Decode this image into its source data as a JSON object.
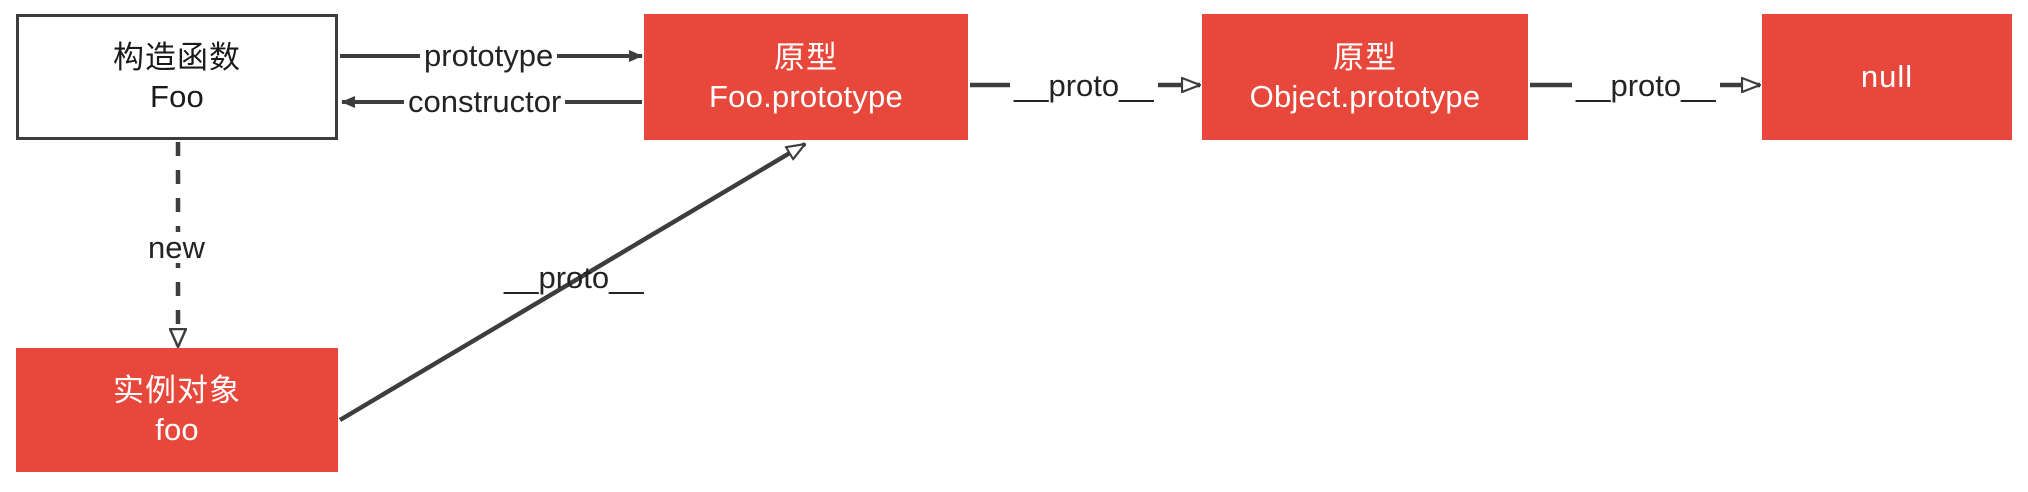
{
  "diagram": {
    "title": "JavaScript prototype chain",
    "colors": {
      "node_fill_red": "#e8483b",
      "node_fill_white": "#ffffff",
      "stroke": "#3d3d3d",
      "text_light": "#ffffff",
      "text_dark": "#1a1a1a",
      "background": "#ffffff"
    },
    "nodes": [
      {
        "id": "constructor-foo",
        "line1": "构造函数",
        "line2": "Foo",
        "style": "white"
      },
      {
        "id": "foo-prototype",
        "line1": "原型",
        "line2": "Foo.prototype",
        "style": "red"
      },
      {
        "id": "object-prototype",
        "line1": "原型",
        "line2": "Object.prototype",
        "style": "red"
      },
      {
        "id": "null-node",
        "line1": "null",
        "line2": "",
        "style": "red"
      },
      {
        "id": "instance-foo",
        "line1": "实例对象",
        "line2": "foo",
        "style": "red"
      }
    ],
    "edges": [
      {
        "id": "edge-prototype",
        "label": "prototype",
        "from": "constructor-foo",
        "to": "foo-prototype",
        "line": "solid",
        "arrow": "filled"
      },
      {
        "id": "edge-constructor",
        "label": "constructor",
        "from": "foo-prototype",
        "to": "constructor-foo",
        "line": "solid",
        "arrow": "filled"
      },
      {
        "id": "edge-proto-1",
        "label": "__proto__",
        "from": "foo-prototype",
        "to": "object-prototype",
        "line": "solid",
        "arrow": "hollow"
      },
      {
        "id": "edge-proto-2",
        "label": "__proto__",
        "from": "object-prototype",
        "to": "null-node",
        "line": "solid",
        "arrow": "hollow"
      },
      {
        "id": "edge-new",
        "label": "new",
        "from": "constructor-foo",
        "to": "instance-foo",
        "line": "dashed",
        "arrow": "hollow"
      },
      {
        "id": "edge-proto-3",
        "label": "__proto__",
        "from": "instance-foo",
        "to": "foo-prototype",
        "line": "solid",
        "arrow": "hollow"
      }
    ]
  }
}
